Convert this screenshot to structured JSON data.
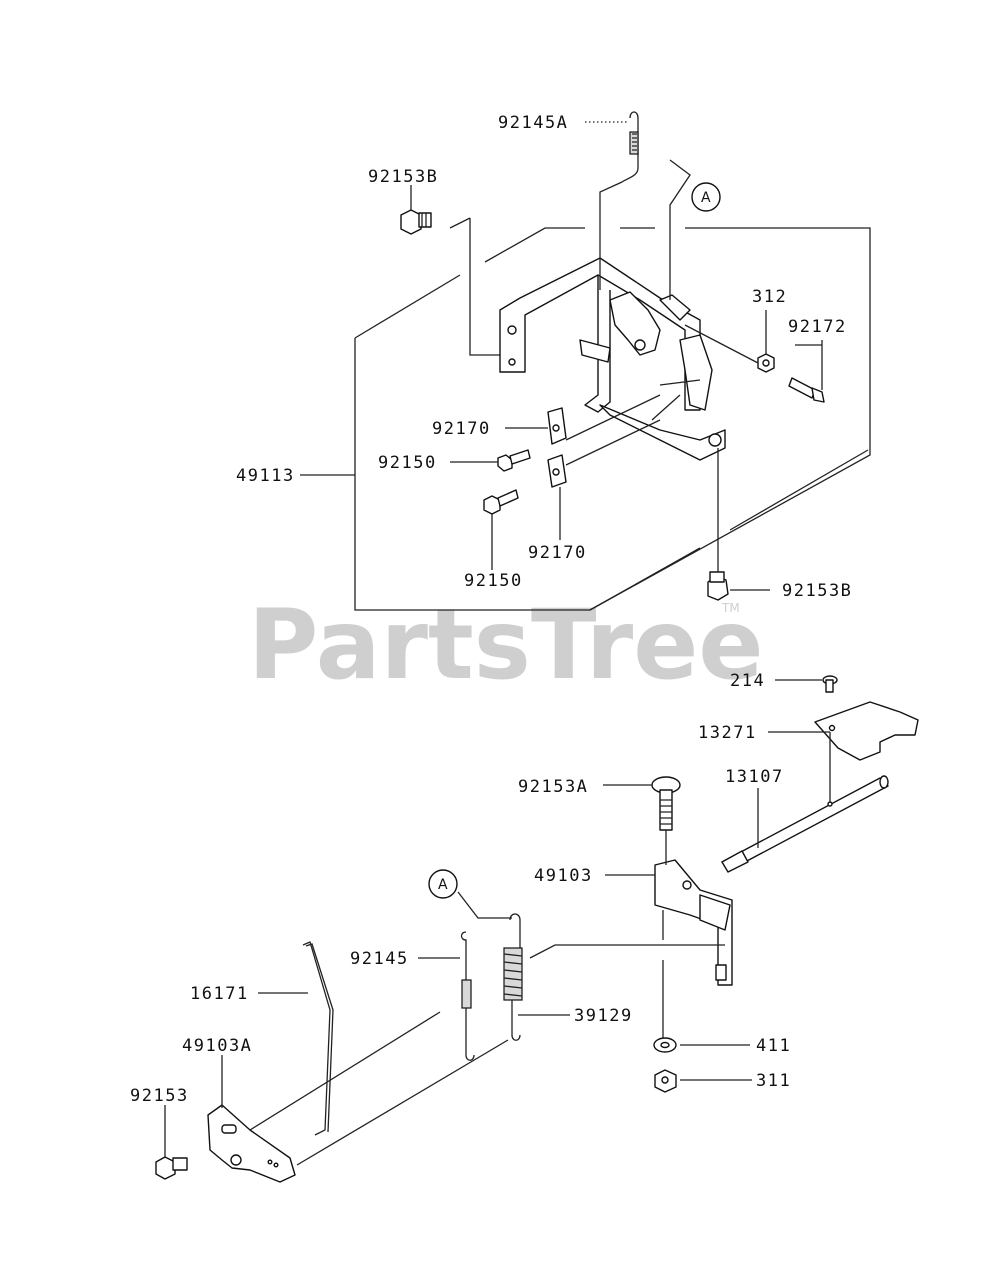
{
  "watermark": {
    "text": "PartsTree",
    "tm": "TM"
  },
  "ref_marker": "A",
  "labels": {
    "p92145A": "92145A",
    "p92153B_top": "92153B",
    "p312": "312",
    "p92172": "92172",
    "p92170_a": "92170",
    "p92150_a": "92150",
    "p49113": "49113",
    "p92150_b": "92150",
    "p92170_b": "92170",
    "p92153B_bot": "92153B",
    "p214": "214",
    "p13271": "13271",
    "p92153A": "92153A",
    "p13107": "13107",
    "p49103": "49103",
    "p92145": "92145",
    "p16171": "16171",
    "p39129": "39129",
    "p49103A": "49103A",
    "p411": "411",
    "p92153": "92153",
    "p311": "311"
  }
}
